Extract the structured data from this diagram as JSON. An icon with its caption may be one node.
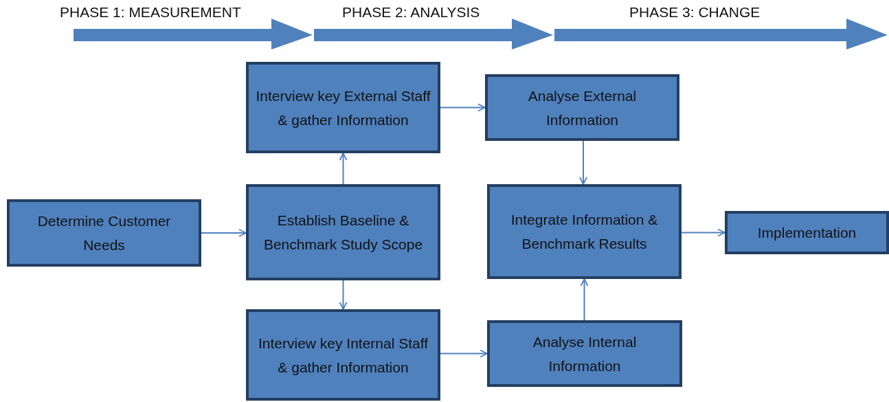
{
  "diagram": {
    "nodes": [
      {
        "text": [
          "Determine Customer Needs"
        ]
      },
      {
        "text": [
          "Establish Baseline & Benchmark Study Scope"
        ]
      },
      {
        "text": [
          "Interview key External Staff & gather Information"
        ]
      },
      {
        "text": [
          "Interview key Internal Staff & gather Information"
        ]
      },
      {
        "text": [
          "Analyse External Information"
        ]
      },
      {
        "text": [
          "Integrate Information & Benchmark Results"
        ]
      },
      {
        "text": [
          "Analyse Internal Information"
        ]
      },
      {
        "text": [
          "Implementation"
        ]
      }
    ],
    "edges": [
      {
        "from": 0,
        "to": 1,
        "arrow": "to"
      },
      {
        "from": 1,
        "to": 2,
        "arrow": "to"
      },
      {
        "from": 1,
        "to": 3,
        "arrow": "to"
      },
      {
        "from": 2,
        "to": 4,
        "arrow": "to"
      },
      {
        "from": 3,
        "to": 6,
        "arrow": "to"
      },
      {
        "from": 4,
        "to": 5,
        "arrow": "to"
      },
      {
        "from": 6,
        "to": 5,
        "arrow": "to"
      },
      {
        "from": 5,
        "to": 7,
        "arrow": "to"
      }
    ],
    "labels": [
      "PHASE 1: MEASUREMENT",
      "PHASE 2: ANALYSIS",
      "PHASE 3: CHANGE"
    ]
  }
}
